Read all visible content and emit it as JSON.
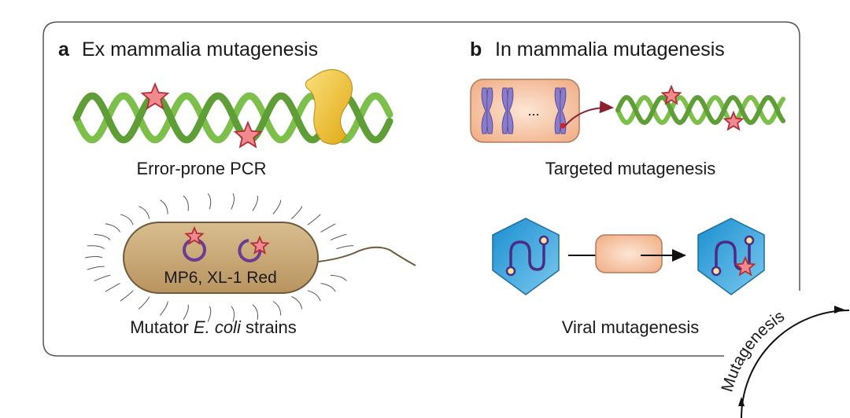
{
  "panel_a": {
    "letter": "a",
    "title": "Ex mammalia mutagenesis",
    "pcr_label": "Error-prone PCR",
    "ecoli_strain_text": "MP6, XL-1 Red",
    "ecoli_label_prefix": "Mutator ",
    "ecoli_label_italic": "E. coli",
    "ecoli_label_suffix": " strains"
  },
  "panel_b": {
    "letter": "b",
    "title": "In mammalia mutagenesis",
    "ellipsis": "...",
    "targeted_label": "Targeted mutagenesis",
    "viral_label": "Viral mutagenesis"
  },
  "cycle_label": "Mutagenesis",
  "colors": {
    "dna_green": "#7cbf4a",
    "star_fill": "#f08a8f",
    "star_stroke": "#b0303a",
    "polymerase": "#f2c12e",
    "cell_fill": "#f6c3a2",
    "chromosome": "#8a7cc9",
    "bacterium": "#c9a877",
    "virus_blue": "#2e9fd8",
    "plasmid_purple": "#6b3c8f"
  }
}
